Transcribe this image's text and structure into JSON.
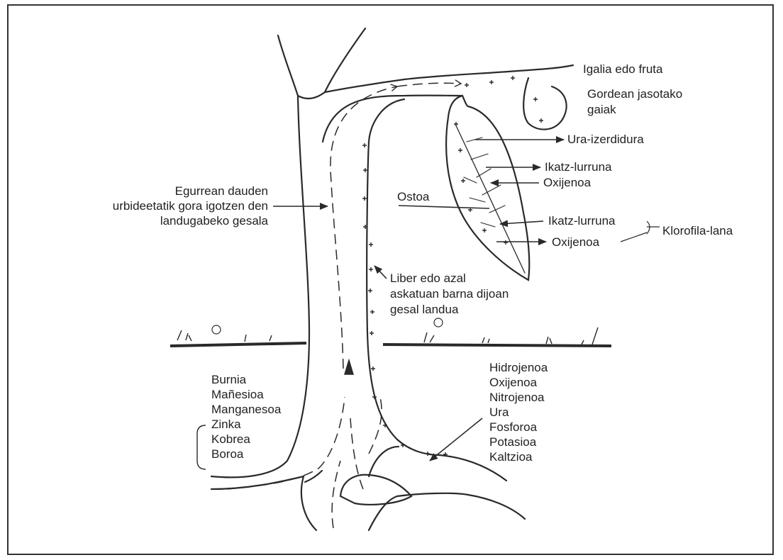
{
  "labels": {
    "fruit": "Igalia edo fruta",
    "stored_line1": "Gordean jasotako",
    "stored_line2": "gaiak",
    "transpiration": "Ura-izerdidura",
    "co2_out": "Ikatz-lurruna",
    "o2_in": "Oxijenoa",
    "leaf": "Ostoa",
    "co2_in": "Ikatz-lurruna",
    "o2_out": "Oxijenoa",
    "photosynthesis": "Klorofila-lana",
    "raw_sap_line1": "Egurrean dauden",
    "raw_sap_line2": "urbideetatik gora igotzen den",
    "raw_sap_line3": "landugabeko gesala",
    "phloem_line1": "Liber edo azal",
    "phloem_line2": "askatuan barna dijoan",
    "phloem_line3": "gesal landua"
  },
  "left_elements": [
    "Burnia",
    "Mañesioa",
    "Manganesoa",
    "Zinka",
    "Kobrea",
    "Boroa"
  ],
  "right_elements": [
    "Hidrojenoa",
    "Oxijenoa",
    "Nitrojenoa",
    "Ura",
    "Fosforoa",
    "Potasioa",
    "Kaltzioa"
  ],
  "colors": {
    "ink": "#2a2a2a",
    "background": "#ffffff"
  }
}
